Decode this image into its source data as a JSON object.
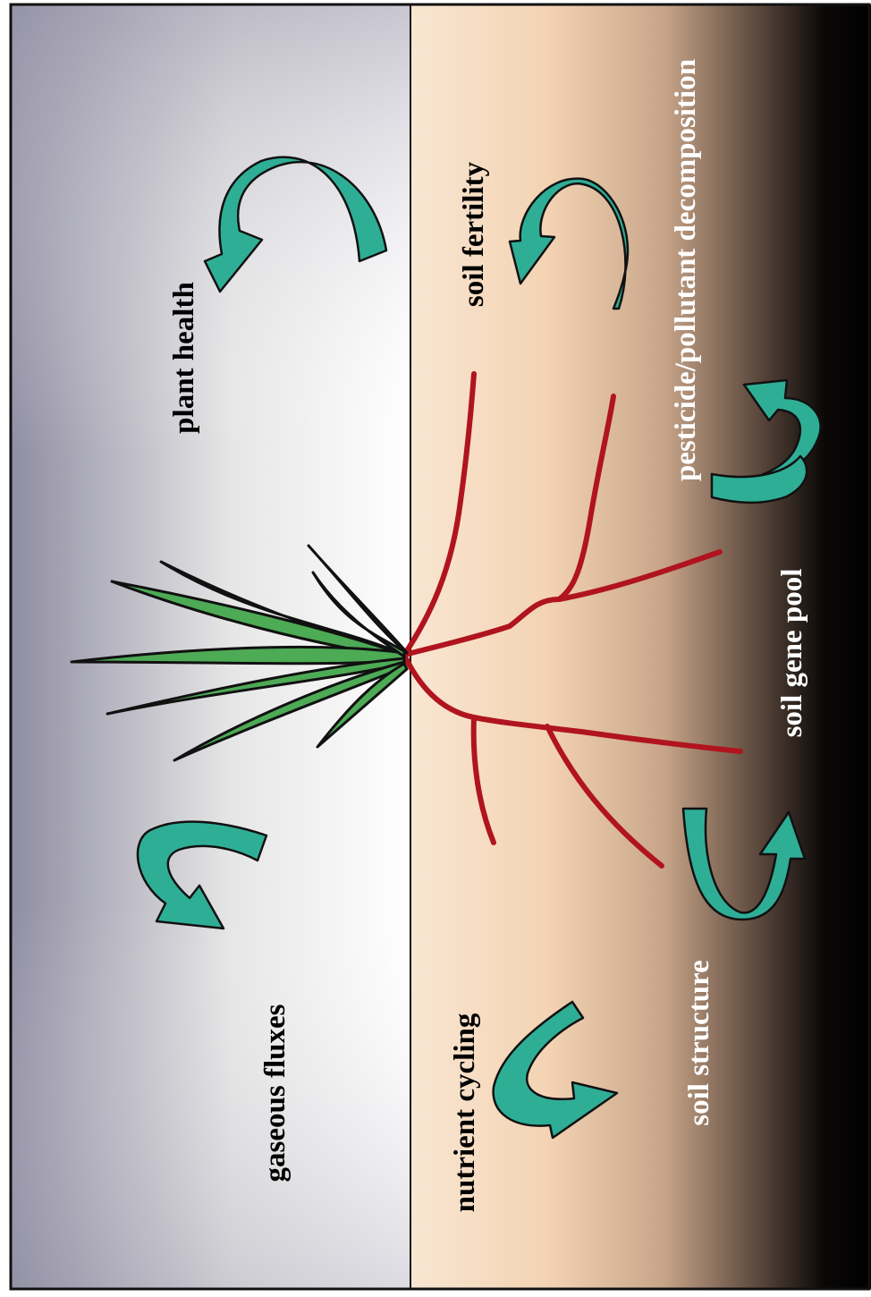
{
  "labels": {
    "plant_health": "plant health",
    "gaseous_fluxes": "gaseous fluxes",
    "soil_fertility": "soil fertility",
    "pesticide_decomposition": "pesticide/pollutant decomposition",
    "soil_gene_pool": "soil gene pool",
    "soil_structure": "soil structure",
    "nutrient_cycling": "nutrient cycling"
  },
  "colors": {
    "air_light": "#ffffff",
    "air_dark": "#8e8ca0",
    "soil_light": "#f7dcc0",
    "soil_dark": "#000000",
    "arrow_fill": "#2fae96",
    "root": "#b0141e",
    "leaf": "#4daa55",
    "text_on_air": "#000000",
    "text_on_soil_light": "#000000",
    "text_on_soil_dark": "#ffffff"
  }
}
